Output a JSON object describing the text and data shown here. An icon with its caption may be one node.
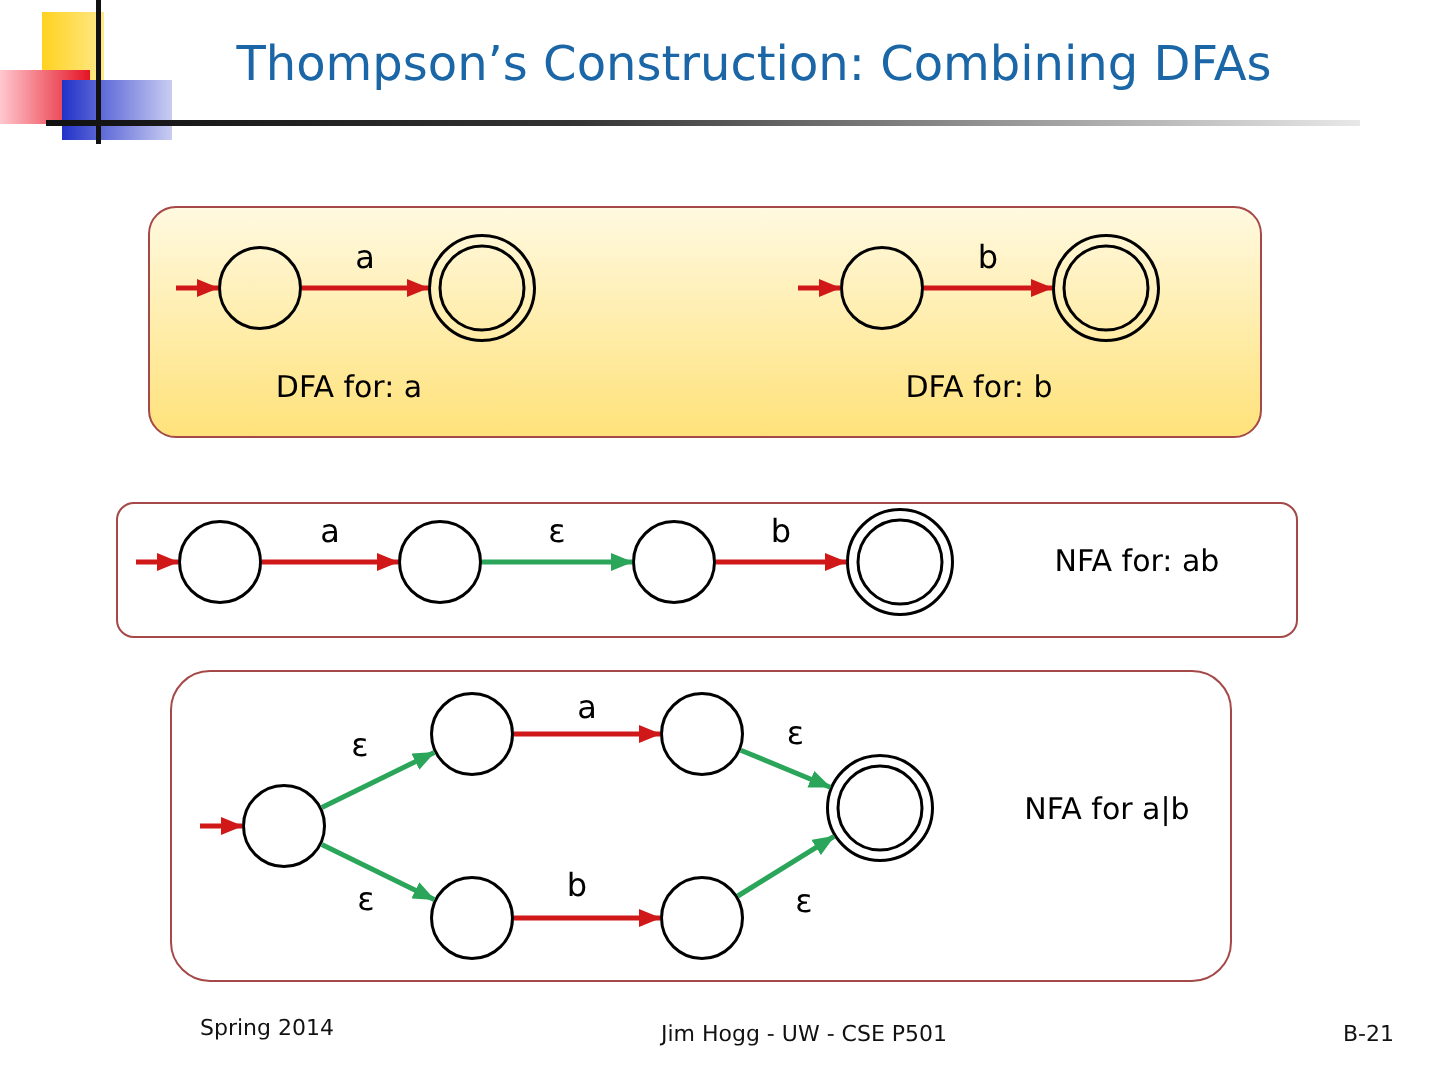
{
  "diagram": {
    "title": "Thompson’s Construction: Combining DFAs",
    "nodes": [
      {
        "text": [
          "DFA for: a",
          "DFA for: b"
        ]
      },
      {
        "text": [],
        "shape": "circle",
        "in": 0
      },
      {
        "text": [],
        "shape": "double-circle",
        "in": 0
      },
      {
        "text": [],
        "shape": "circle",
        "in": 0
      },
      {
        "text": [],
        "shape": "double-circle",
        "in": 0
      },
      {
        "text": [
          "NFA for: ab"
        ]
      },
      {
        "text": [],
        "shape": "circle",
        "in": 5
      },
      {
        "text": [],
        "shape": "circle",
        "in": 5
      },
      {
        "text": [],
        "shape": "circle",
        "in": 5
      },
      {
        "text": [],
        "shape": "double-circle",
        "in": 5
      },
      {
        "text": [
          "NFA for a|b"
        ]
      },
      {
        "text": [],
        "shape": "circle",
        "in": 10
      },
      {
        "text": [],
        "shape": "circle",
        "in": 10
      },
      {
        "text": [],
        "shape": "circle",
        "in": 10
      },
      {
        "text": [],
        "shape": "circle",
        "in": 10
      },
      {
        "text": [],
        "shape": "circle",
        "in": 10
      },
      {
        "text": [],
        "shape": "double-circle",
        "in": 10
      }
    ],
    "edges": [
      {
        "from": null,
        "to": 1,
        "arrow": "to"
      },
      {
        "from": 1,
        "to": 2,
        "arrow": "to",
        "label": "a"
      },
      {
        "from": null,
        "to": 3,
        "arrow": "to"
      },
      {
        "from": 3,
        "to": 4,
        "arrow": "to",
        "label": "b"
      },
      {
        "from": null,
        "to": 6,
        "arrow": "to"
      },
      {
        "from": 6,
        "to": 7,
        "arrow": "to",
        "label": "a"
      },
      {
        "from": 7,
        "to": 8,
        "arrow": "to",
        "label": "ε",
        "color": "#2aa55a"
      },
      {
        "from": 8,
        "to": 9,
        "arrow": "to",
        "label": "b"
      },
      {
        "from": null,
        "to": 11,
        "arrow": "to"
      },
      {
        "from": 11,
        "to": 12,
        "arrow": "to",
        "label": "ε",
        "color": "#2aa55a"
      },
      {
        "from": 12,
        "to": 13,
        "arrow": "to",
        "label": "a"
      },
      {
        "from": 13,
        "to": 16,
        "arrow": "to",
        "label": "ε",
        "color": "#2aa55a"
      },
      {
        "from": 11,
        "to": 14,
        "arrow": "to",
        "label": "ε",
        "color": "#2aa55a"
      },
      {
        "from": 14,
        "to": 15,
        "arrow": "to",
        "label": "b"
      },
      {
        "from": 15,
        "to": 16,
        "arrow": "to",
        "label": "ε",
        "color": "#2aa55a"
      }
    ],
    "labels": [
      "Spring 2014",
      "Jim Hogg - UW - CSE P501",
      "B-21"
    ]
  }
}
